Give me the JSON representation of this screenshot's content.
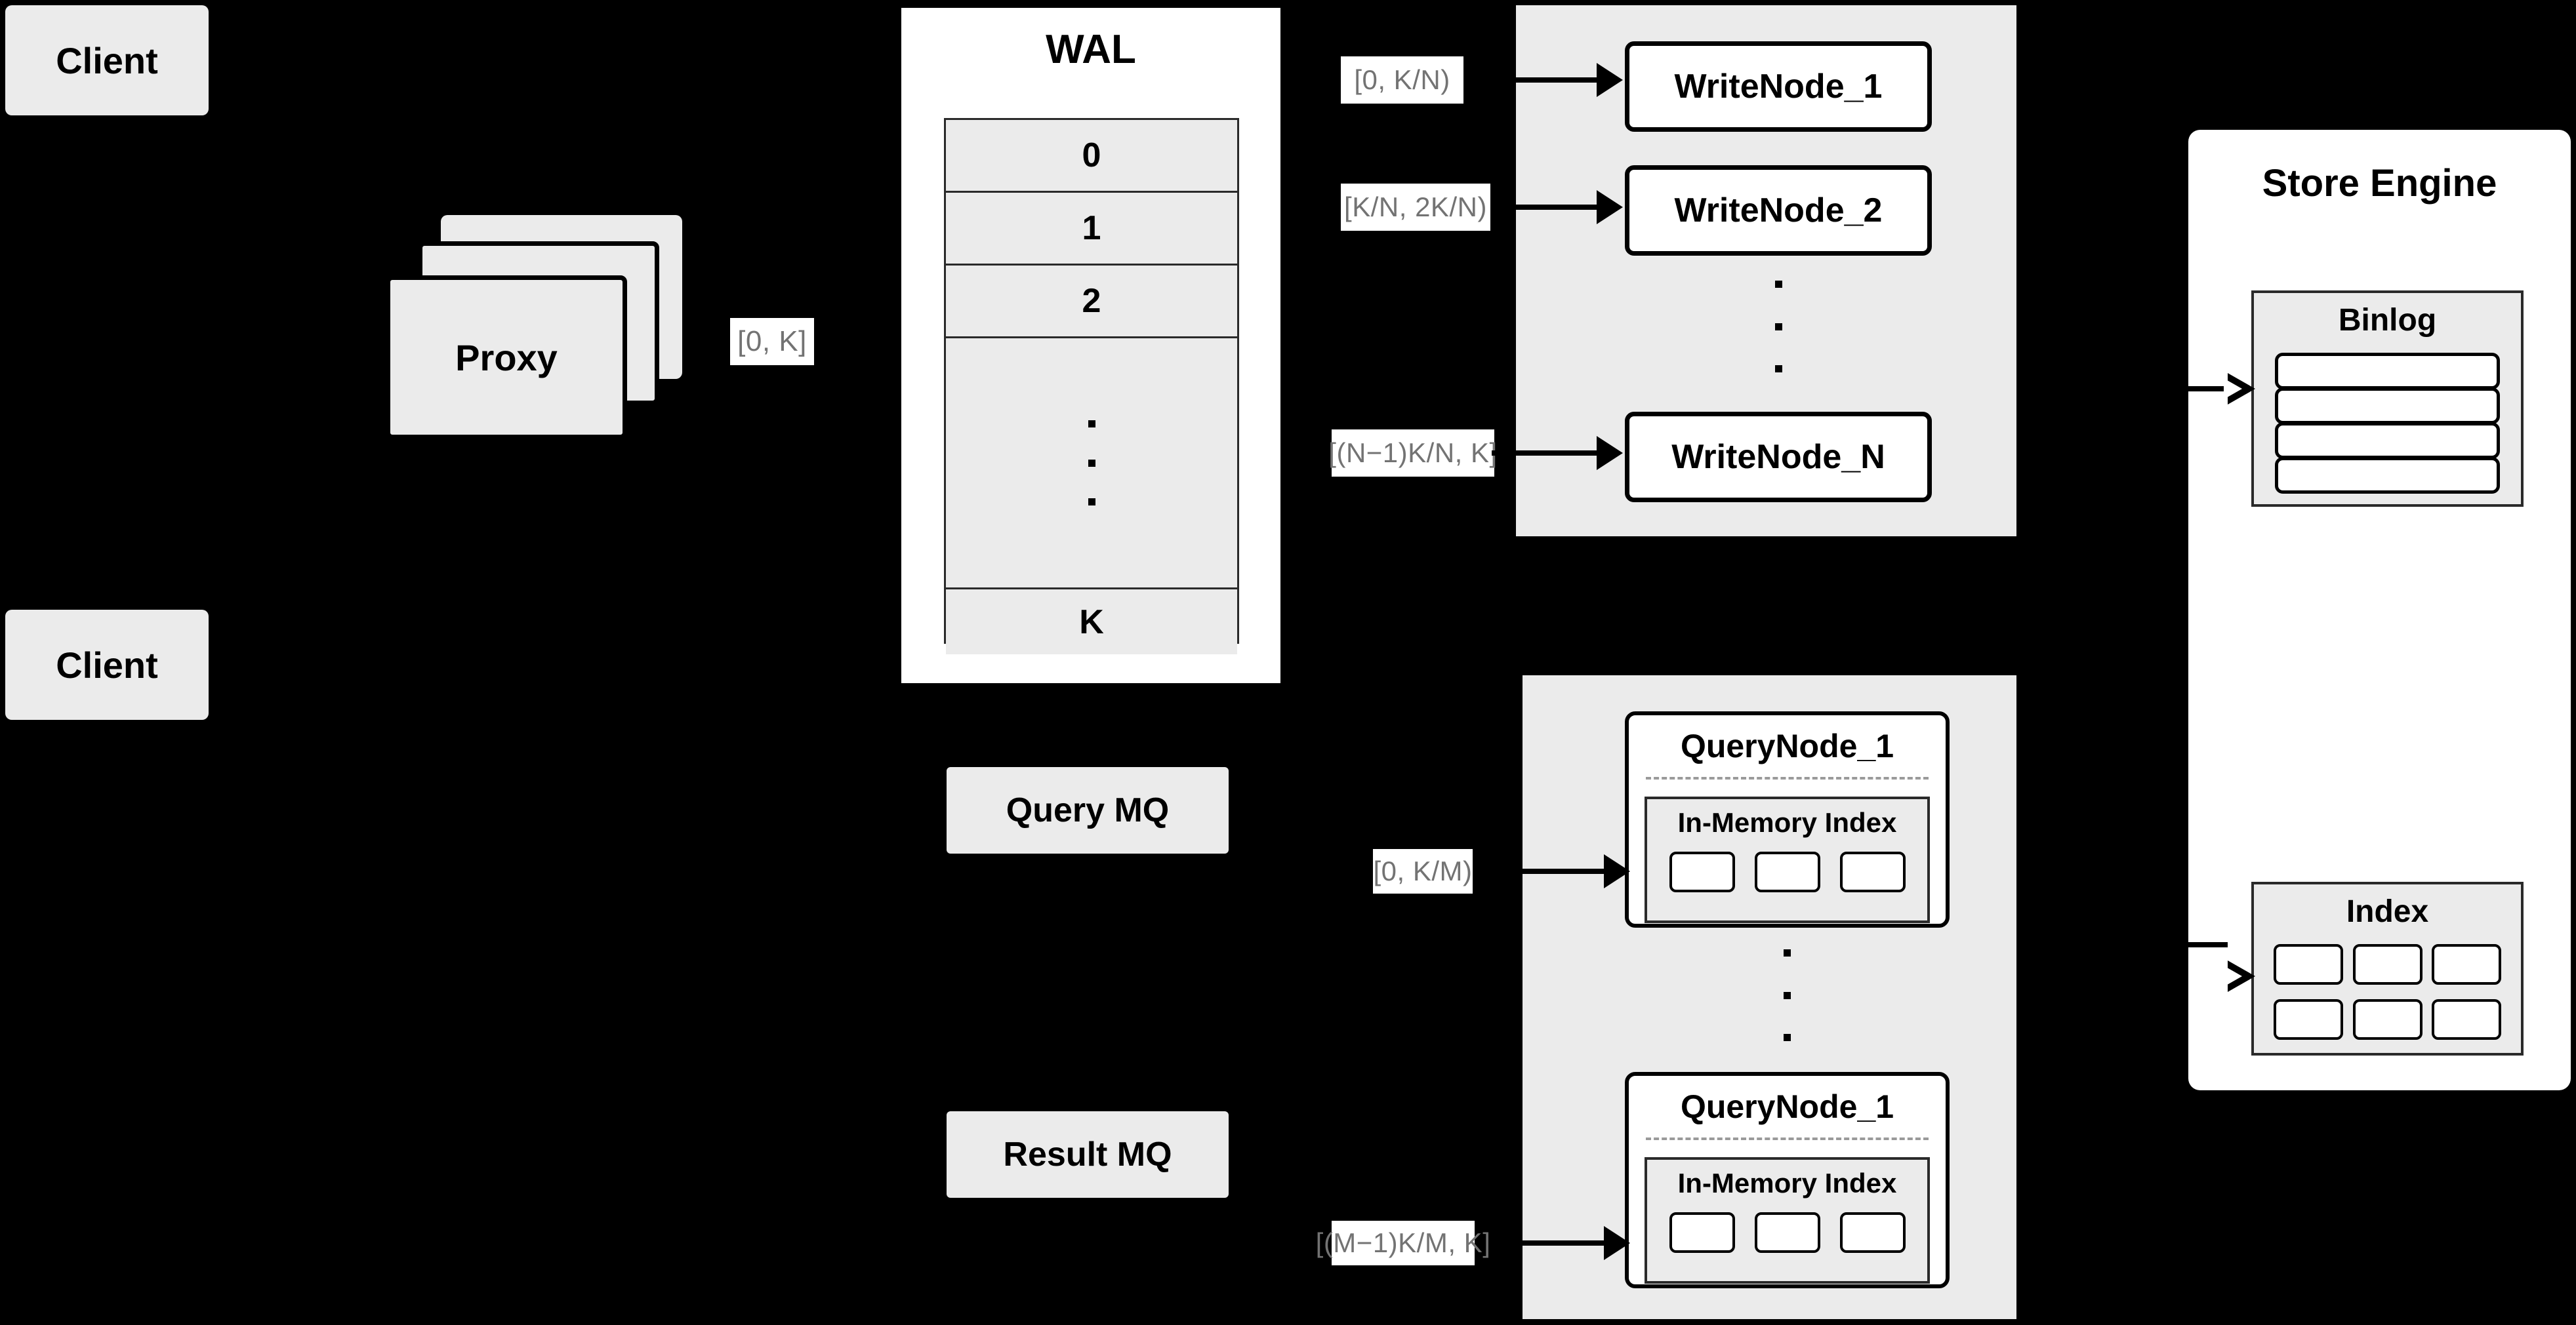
{
  "diagram": {
    "title": "Distributed Write/Query Architecture",
    "background_color": "#000000",
    "node_fill": "#ebebeb",
    "panel_fill": "#ffffff",
    "label_text_color": "#737373",
    "label_bg_color": "#ffffff",
    "stroke_color": "#000000"
  },
  "clients": [
    {
      "label": "Client"
    },
    {
      "label": "Client"
    }
  ],
  "proxy": {
    "label": "Proxy",
    "stack_count": 3
  },
  "wal": {
    "title": "WAL",
    "rows": [
      "0",
      "1",
      "2",
      "⋮",
      "K"
    ],
    "dots_row_index": 3
  },
  "queues": [
    {
      "label": "Query MQ"
    },
    {
      "label": "Result MQ"
    }
  ],
  "write_cluster": {
    "nodes": [
      {
        "label": "WriteNode_1"
      },
      {
        "label": "WriteNode_2"
      },
      {
        "label": "WriteNode_N"
      }
    ],
    "ellipsis_dots": 3
  },
  "query_cluster": {
    "nodes": [
      {
        "title": "QueryNode_1",
        "index_title": "In-Memory Index",
        "index_cells": 3
      },
      {
        "title": "QueryNode_1",
        "index_title": "In-Memory Index",
        "index_cells": 3
      }
    ],
    "ellipsis_dots": 3
  },
  "store_engine": {
    "title": "Store Engine",
    "binlog": {
      "title": "Binlog",
      "rows": 4
    },
    "index": {
      "title": "Index",
      "rows": 2,
      "cols": 3
    }
  },
  "edge_labels": {
    "proxy_to_wal": "[0, K]",
    "write_node_1": "[0,  K/N)",
    "write_node_2": "[K/N, 2K/N)",
    "write_node_n": "[(N−1)K/N,  K]",
    "query_node_1": "[0, K/M)",
    "query_node_m": "[(M−1)K/M, K]"
  }
}
